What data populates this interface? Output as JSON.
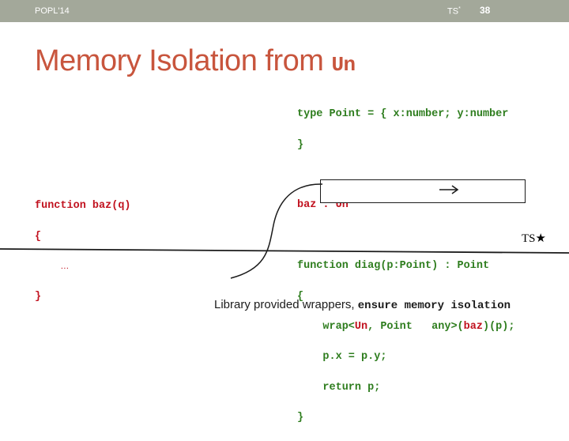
{
  "header": {
    "conference": "POPL'14",
    "section": "TS",
    "section_sup": "*",
    "slide_number": "38"
  },
  "title": {
    "text": "Memory Isolation from ",
    "code": "Un"
  },
  "right_code": {
    "line1": "type Point = { x:number; y:number",
    "line2": "}",
    "line3": "",
    "line4": "baz : Un",
    "line5": "",
    "line6": "function diag(p:Point) : Point",
    "line7": "{",
    "line8_pre": "    wrap<",
    "line8_un": "Un",
    "line8_mid": ", Point   any>",
    "line8_paren1": "(",
    "line8_baz": "baz",
    "line8_paren2": ")",
    "line8_post": "(p);",
    "line9": "    p.x = p.y;",
    "line10": "    return p;",
    "line11": "}"
  },
  "left_code": {
    "line1": "function baz(q)",
    "line2": "{",
    "line3": "…",
    "line4": "}"
  },
  "ts_star": "TS★",
  "caption": {
    "text": "Library provided wrappers, ",
    "emphasis": "ensure memory isolation"
  },
  "colors": {
    "accent": "#c8553d",
    "topbar": "#a3a89a",
    "code_green": "#2e7d1e",
    "code_red": "#c1121f"
  }
}
